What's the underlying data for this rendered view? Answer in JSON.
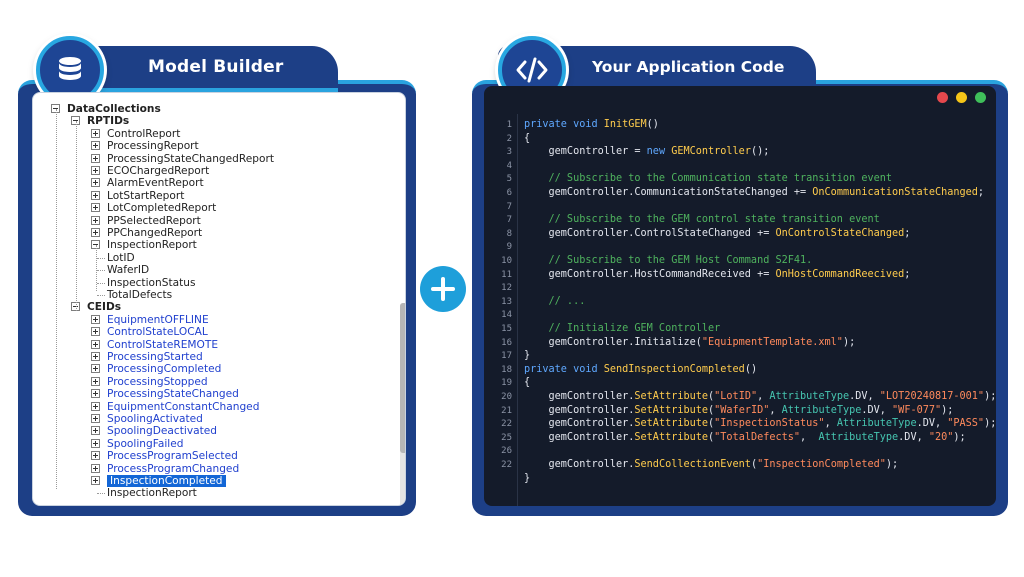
{
  "colors": {
    "panel_navy": "#1d3f86",
    "accent_cyan": "#2aa3df",
    "plus_blue": "#1e9fda",
    "code_bg": "#141b2a",
    "tree_link_blue": "#1f3fce",
    "selection_blue": "#1366d6",
    "window_dots": [
      "#e5484d",
      "#f5c518",
      "#3fbf5a"
    ]
  },
  "left_panel": {
    "title": "Model Builder",
    "icon": "database-icon",
    "tree": [
      {
        "label": "DataCollections",
        "level": 0,
        "expander": "minus",
        "style": "bold"
      },
      {
        "label": "RPTIDs",
        "level": 1,
        "expander": "minus",
        "style": "bold"
      },
      {
        "label": "ControlReport",
        "level": 2,
        "expander": "plus",
        "style": "normal"
      },
      {
        "label": "ProcessingReport",
        "level": 2,
        "expander": "plus",
        "style": "normal"
      },
      {
        "label": "ProcessingStateChangedReport",
        "level": 2,
        "expander": "plus",
        "style": "normal"
      },
      {
        "label": "ECOChargedReport",
        "level": 2,
        "expander": "plus",
        "style": "normal"
      },
      {
        "label": "AlarmEventReport",
        "level": 2,
        "expander": "plus",
        "style": "normal"
      },
      {
        "label": "LotStartReport",
        "level": 2,
        "expander": "plus",
        "style": "normal"
      },
      {
        "label": "LotCompletedReport",
        "level": 2,
        "expander": "plus",
        "style": "normal"
      },
      {
        "label": "PPSelectedReport",
        "level": 2,
        "expander": "plus",
        "style": "normal"
      },
      {
        "label": "PPChangedReport",
        "level": 2,
        "expander": "plus",
        "style": "normal"
      },
      {
        "label": "InspectionReport",
        "level": 2,
        "expander": "minus",
        "style": "normal"
      },
      {
        "label": "LotID",
        "level": 3,
        "expander": "none",
        "style": "normal"
      },
      {
        "label": "WaferID",
        "level": 3,
        "expander": "none",
        "style": "normal"
      },
      {
        "label": "InspectionStatus",
        "level": 3,
        "expander": "none",
        "style": "normal"
      },
      {
        "label": "TotalDefects",
        "level": 3,
        "expander": "none",
        "style": "normal"
      },
      {
        "label": "CEIDs",
        "level": 1,
        "expander": "minus",
        "style": "bold"
      },
      {
        "label": "EquipmentOFFLINE",
        "level": 2,
        "expander": "plus",
        "style": "blue"
      },
      {
        "label": "ControlStateLOCAL",
        "level": 2,
        "expander": "plus",
        "style": "blue"
      },
      {
        "label": "ControlStateREMOTE",
        "level": 2,
        "expander": "plus",
        "style": "blue"
      },
      {
        "label": "ProcessingStarted",
        "level": 2,
        "expander": "plus",
        "style": "blue"
      },
      {
        "label": "ProcessingCompleted",
        "level": 2,
        "expander": "plus",
        "style": "blue"
      },
      {
        "label": "ProcessingStopped",
        "level": 2,
        "expander": "plus",
        "style": "blue"
      },
      {
        "label": "ProcessingStateChanged",
        "level": 2,
        "expander": "plus",
        "style": "blue"
      },
      {
        "label": "EquipmentConstantChanged",
        "level": 2,
        "expander": "plus",
        "style": "blue"
      },
      {
        "label": "SpoolingActivated",
        "level": 2,
        "expander": "plus",
        "style": "blue"
      },
      {
        "label": "SpoolingDeactivated",
        "level": 2,
        "expander": "plus",
        "style": "blue"
      },
      {
        "label": "SpoolingFailed",
        "level": 2,
        "expander": "plus",
        "style": "blue"
      },
      {
        "label": "ProcessProgramSelected",
        "level": 2,
        "expander": "plus",
        "style": "blue"
      },
      {
        "label": "ProcessProgramChanged",
        "level": 2,
        "expander": "plus",
        "style": "blue"
      },
      {
        "label": "InspectionCompleted",
        "level": 2,
        "expander": "plus",
        "style": "selected"
      },
      {
        "label": "InspectionReport",
        "level": 3,
        "expander": "none",
        "style": "normal"
      }
    ]
  },
  "plus_icon": "plus-icon",
  "right_panel": {
    "title": "Your Application Code",
    "icon": "code-brackets-icon",
    "code_lines": [
      {
        "num": "1",
        "tokens": [
          [
            "kw",
            "private void "
          ],
          [
            "fn",
            "InitGEM"
          ],
          [
            "pl",
            "()"
          ]
        ]
      },
      {
        "num": "2",
        "tokens": [
          [
            "pl",
            "{"
          ]
        ]
      },
      {
        "num": "3",
        "tokens": [
          [
            "pl",
            "    gemController = "
          ],
          [
            "kw",
            "new "
          ],
          [
            "fn",
            "GEMController"
          ],
          [
            "pl",
            "();"
          ]
        ]
      },
      {
        "num": "4",
        "tokens": []
      },
      {
        "num": "5",
        "tokens": [
          [
            "cm",
            "    // Subscribe to the Communication state transition event"
          ]
        ]
      },
      {
        "num": "6",
        "tokens": [
          [
            "pl",
            "    gemController."
          ],
          [
            "pl",
            "CommunicationStateChanged += "
          ],
          [
            "fn",
            "OnCommunicationStateChanged"
          ],
          [
            "pl",
            ";"
          ]
        ]
      },
      {
        "num": "7",
        "tokens": []
      },
      {
        "num": "7",
        "tokens": [
          [
            "cm",
            "    // Subscribe to the GEM control state transition event"
          ]
        ]
      },
      {
        "num": "8",
        "tokens": [
          [
            "pl",
            "    gemController."
          ],
          [
            "pl",
            "ControlStateChanged += "
          ],
          [
            "fn",
            "OnControlStateChanged"
          ],
          [
            "pl",
            ";"
          ]
        ]
      },
      {
        "num": "9",
        "tokens": []
      },
      {
        "num": "10",
        "tokens": [
          [
            "cm",
            "    // Subscribe to the GEM Host Command S2F41."
          ]
        ]
      },
      {
        "num": "11",
        "tokens": [
          [
            "pl",
            "    gemController."
          ],
          [
            "pl",
            "HostCommandReceived += "
          ],
          [
            "fn",
            "OnHostCommandReecived"
          ],
          [
            "pl",
            ";"
          ]
        ]
      },
      {
        "num": "12",
        "tokens": []
      },
      {
        "num": "13",
        "tokens": [
          [
            "cm",
            "    // ..."
          ]
        ]
      },
      {
        "num": "14",
        "tokens": []
      },
      {
        "num": "15",
        "tokens": [
          [
            "cm",
            "    // Initialize GEM Controller"
          ]
        ]
      },
      {
        "num": "16",
        "tokens": [
          [
            "pl",
            "    gemController."
          ],
          [
            "pl",
            "Initialize("
          ],
          [
            "st",
            "\"EquipmentTemplate.xml\""
          ],
          [
            "pl",
            ");"
          ]
        ]
      },
      {
        "num": "17",
        "tokens": [
          [
            "pl",
            "}"
          ]
        ]
      },
      {
        "num": "18",
        "tokens": [
          [
            "kw",
            "private void "
          ],
          [
            "fn",
            "SendInspectionCompleted"
          ],
          [
            "pl",
            "()"
          ]
        ]
      },
      {
        "num": "19",
        "tokens": [
          [
            "pl",
            "{"
          ]
        ]
      },
      {
        "num": "20",
        "tokens": [
          [
            "pl",
            "    gemController."
          ],
          [
            "fn",
            "SetAttribute"
          ],
          [
            "pl",
            "("
          ],
          [
            "st",
            "\"LotID\""
          ],
          [
            "pl",
            ", "
          ],
          [
            "ty",
            "AttributeType"
          ],
          [
            "pl",
            ".DV, "
          ],
          [
            "st",
            "\"LOT20240817-001\""
          ],
          [
            "pl",
            ");"
          ]
        ]
      },
      {
        "num": "21",
        "tokens": [
          [
            "pl",
            "    gemController."
          ],
          [
            "fn",
            "SetAttribute"
          ],
          [
            "pl",
            "("
          ],
          [
            "st",
            "\"WaferID\""
          ],
          [
            "pl",
            ", "
          ],
          [
            "ty",
            "AttributeType"
          ],
          [
            "pl",
            ".DV, "
          ],
          [
            "st",
            "\"WF-077\""
          ],
          [
            "pl",
            ");"
          ]
        ]
      },
      {
        "num": "22",
        "tokens": [
          [
            "pl",
            "    gemController."
          ],
          [
            "fn",
            "SetAttribute"
          ],
          [
            "pl",
            "("
          ],
          [
            "st",
            "\"InspectionStatus\""
          ],
          [
            "pl",
            ", "
          ],
          [
            "ty",
            "AttributeType"
          ],
          [
            "pl",
            ".DV, "
          ],
          [
            "st",
            "\"PASS\""
          ],
          [
            "pl",
            ");"
          ]
        ]
      },
      {
        "num": "25",
        "tokens": [
          [
            "pl",
            "    gemController."
          ],
          [
            "fn",
            "SetAttribute"
          ],
          [
            "pl",
            "("
          ],
          [
            "st",
            "\"TotalDefects\""
          ],
          [
            "pl",
            ",  "
          ],
          [
            "ty",
            "AttributeType"
          ],
          [
            "pl",
            ".DV, "
          ],
          [
            "st",
            "\"20\""
          ],
          [
            "pl",
            ");"
          ]
        ]
      },
      {
        "num": "26",
        "tokens": []
      },
      {
        "num": "22",
        "tokens": [
          [
            "pl",
            "    gemController."
          ],
          [
            "fn",
            "SendCollectionEvent"
          ],
          [
            "pl",
            "("
          ],
          [
            "st",
            "\"InspectionCompleted\""
          ],
          [
            "pl",
            ");"
          ]
        ]
      },
      {
        "num": "",
        "tokens": [
          [
            "pl",
            "}"
          ]
        ]
      }
    ]
  }
}
